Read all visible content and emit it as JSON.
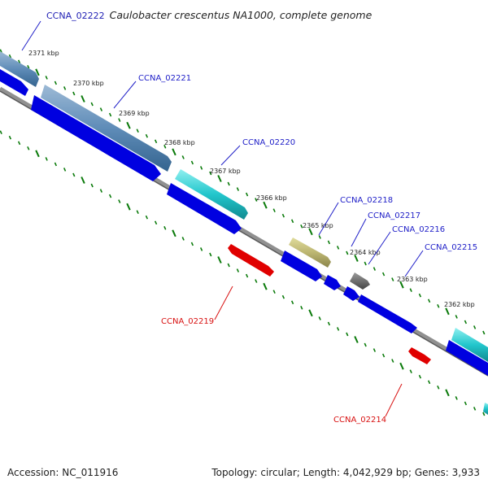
{
  "title": {
    "gene": "CCNA_02222",
    "organism": "Caulobacter crescentus NA1000, complete genome"
  },
  "ticks": [
    "2371 kbp",
    "2370 kbp",
    "2369 kbp",
    "2368 kbp",
    "2367 kbp",
    "2366 kbp",
    "2365 kbp",
    "2364 kbp",
    "2363 kbp",
    "2362 kbp"
  ],
  "gene_labels": [
    {
      "text": "CCNA_02221",
      "strand": "forward"
    },
    {
      "text": "CCNA_02220",
      "strand": "forward"
    },
    {
      "text": "CCNA_02218",
      "strand": "forward"
    },
    {
      "text": "CCNA_02217",
      "strand": "forward"
    },
    {
      "text": "CCNA_02216",
      "strand": "forward"
    },
    {
      "text": "CCNA_02215",
      "strand": "forward"
    },
    {
      "text": "CCNA_02219",
      "strand": "reverse"
    },
    {
      "text": "CCNA_02214",
      "strand": "reverse"
    }
  ],
  "footer": {
    "accession": "Accession: NC_011916",
    "topology": "Topology: circular; Length: 4,042,929 bp; Genes: 3,933"
  },
  "colors": {
    "backbone": "#808080",
    "cds_forward": "#0000ee",
    "cds_reverse": "#ee0000",
    "tick": "#0a7a0a",
    "label_forward": "#2020c8",
    "label_reverse": "#d81010"
  }
}
